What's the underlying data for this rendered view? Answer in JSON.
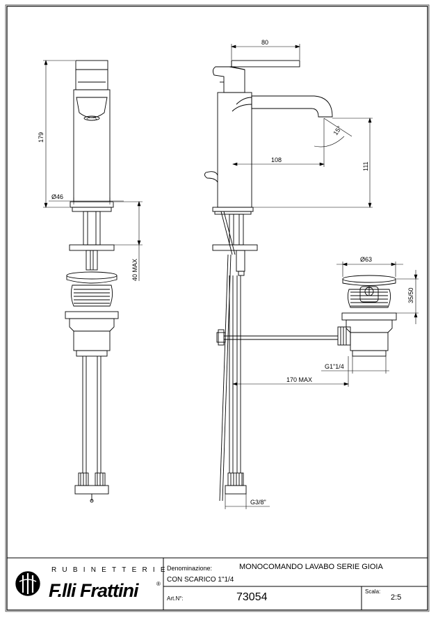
{
  "dimensions": {
    "spout_reach_top": "80",
    "total_height": "179",
    "body_diameter": "Ø46",
    "spout_projection": "108",
    "spout_angle": "15°",
    "spout_height": "111",
    "fixing_max": "40 MAX",
    "waste_diameter": "Ø63",
    "waste_height": "35/50",
    "waste_thread": "G1\"1/4",
    "rod_length_max": "170 MAX",
    "supply_thread": "G3/8\""
  },
  "title_block": {
    "brand_line": "RUBINETTERIE",
    "brand_name": "F.lli Frattini",
    "registered_mark": "®",
    "denominazione_label": "Denominazione:",
    "denominazione_value": "MONOCOMANDO LAVABO SERIE GIOIA",
    "denominazione_value_2": "CON SCARICO 1\"1/4",
    "art_label": "Art.N°:",
    "art_value": "73054",
    "scala_label": "Scala:",
    "scala_value": "2:5"
  }
}
